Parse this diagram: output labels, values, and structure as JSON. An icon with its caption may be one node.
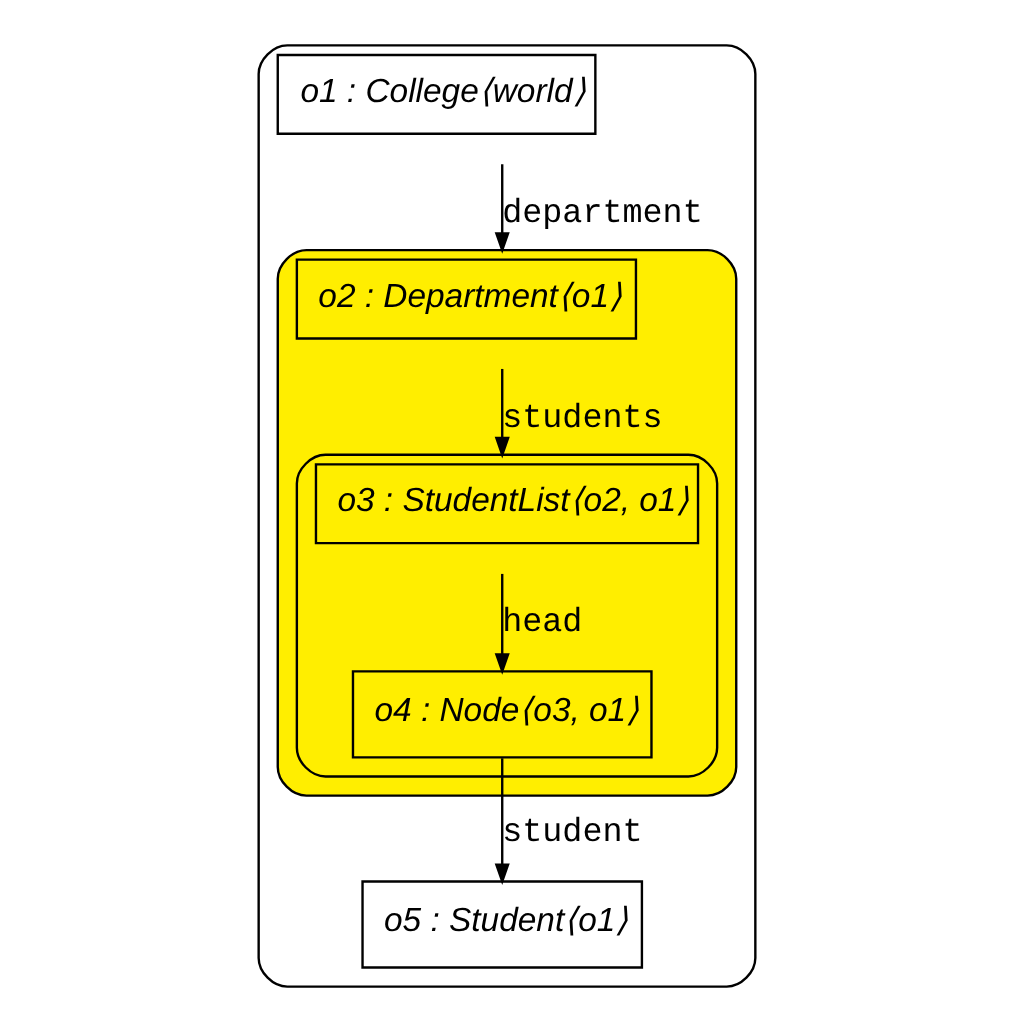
{
  "diagram": {
    "nodes": [
      {
        "text": [
          "o1 : College⟨world⟩"
        ]
      },
      {
        "text": [
          "o2 : Department⟨o1⟩"
        ],
        "in": 0
      },
      {
        "text": [
          "o3 : StudentList⟨o2, o1⟩"
        ],
        "in": 1
      },
      {
        "text": [
          "o4 : Node⟨o3, o1⟩"
        ],
        "in": 2
      },
      {
        "text": [
          "o5 : Student⟨o1⟩"
        ],
        "in": 0
      }
    ],
    "edges": [
      {
        "from": 0,
        "to": 1,
        "arrow": "to",
        "label": "department"
      },
      {
        "from": 1,
        "to": 2,
        "arrow": "to",
        "label": "students"
      },
      {
        "from": 2,
        "to": 3,
        "arrow": "to",
        "label": "head"
      },
      {
        "from": 3,
        "to": 4,
        "arrow": "to",
        "label": "student"
      }
    ]
  }
}
